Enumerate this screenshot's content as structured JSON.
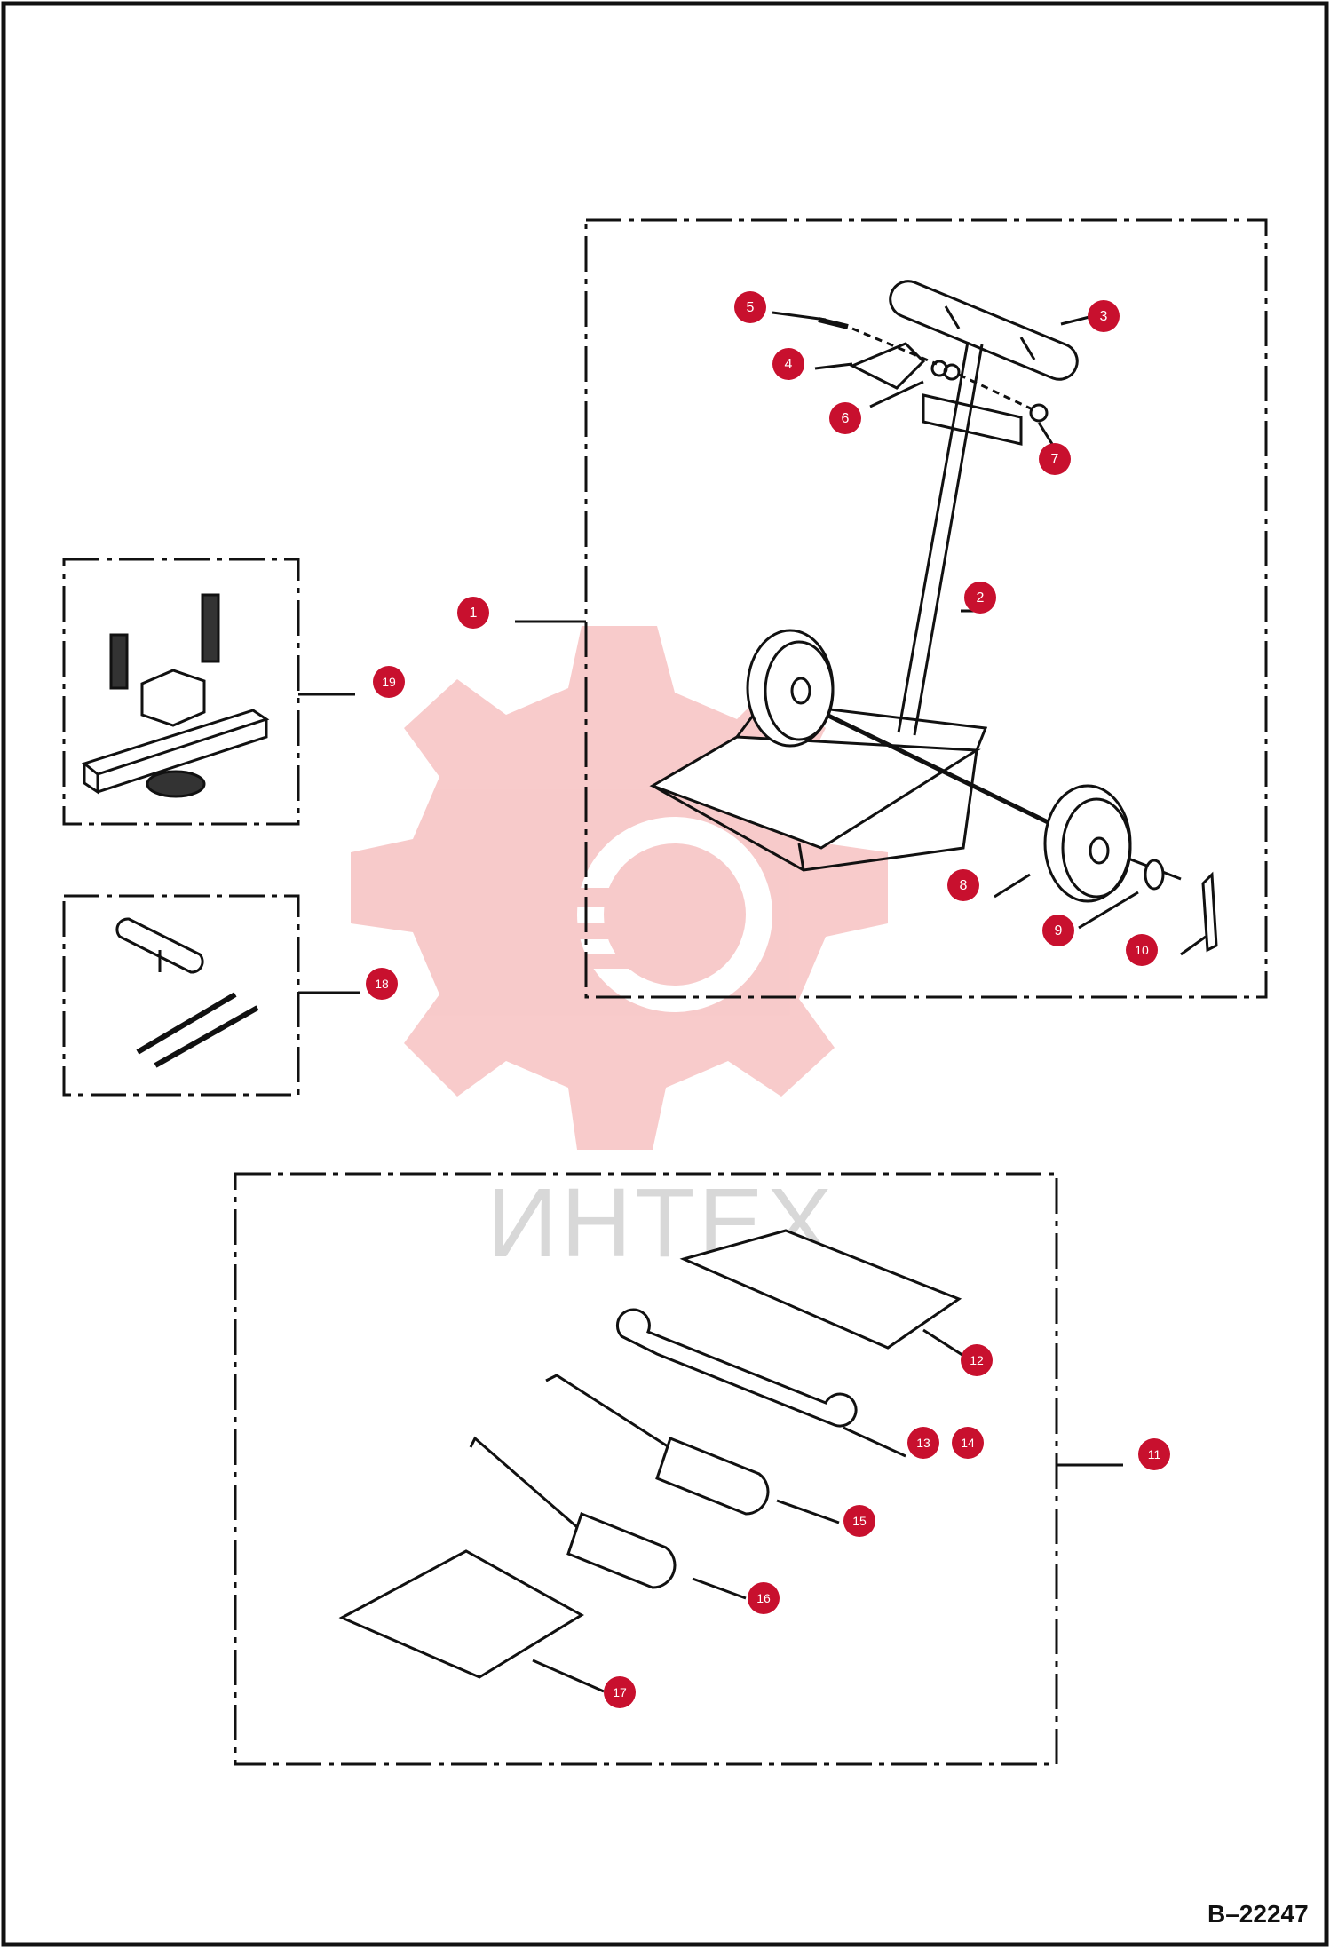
{
  "drawing_ref": "B–22247",
  "watermark_text": "ИНТЕХ",
  "callouts": [
    {
      "n": "1",
      "printed": "1"
    },
    {
      "n": "2",
      "printed": "2"
    },
    {
      "n": "3",
      "printed": "3"
    },
    {
      "n": "4",
      "printed": "4"
    },
    {
      "n": "5",
      "printed": "5"
    },
    {
      "n": "6",
      "printed": "6"
    },
    {
      "n": "7",
      "printed": "7"
    },
    {
      "n": "8",
      "printed": "8"
    },
    {
      "n": "9",
      "printed": "9"
    },
    {
      "n": "10",
      "printed": "10"
    },
    {
      "n": "11",
      "printed": "11"
    },
    {
      "n": "12",
      "printed": "12"
    },
    {
      "n": "13",
      "printed": "13"
    },
    {
      "n": "14",
      "printed": "14"
    },
    {
      "n": "15",
      "printed": "15"
    },
    {
      "n": "16",
      "printed": "16"
    },
    {
      "n": "17",
      "printed": "17"
    },
    {
      "n": "18",
      "printed": "18"
    },
    {
      "n": "19",
      "printed": "19"
    }
  ],
  "colors": {
    "callout_fill": "#c8102e",
    "line": "#111111",
    "watermark": "#f2a0a0",
    "background": "#ffffff"
  }
}
